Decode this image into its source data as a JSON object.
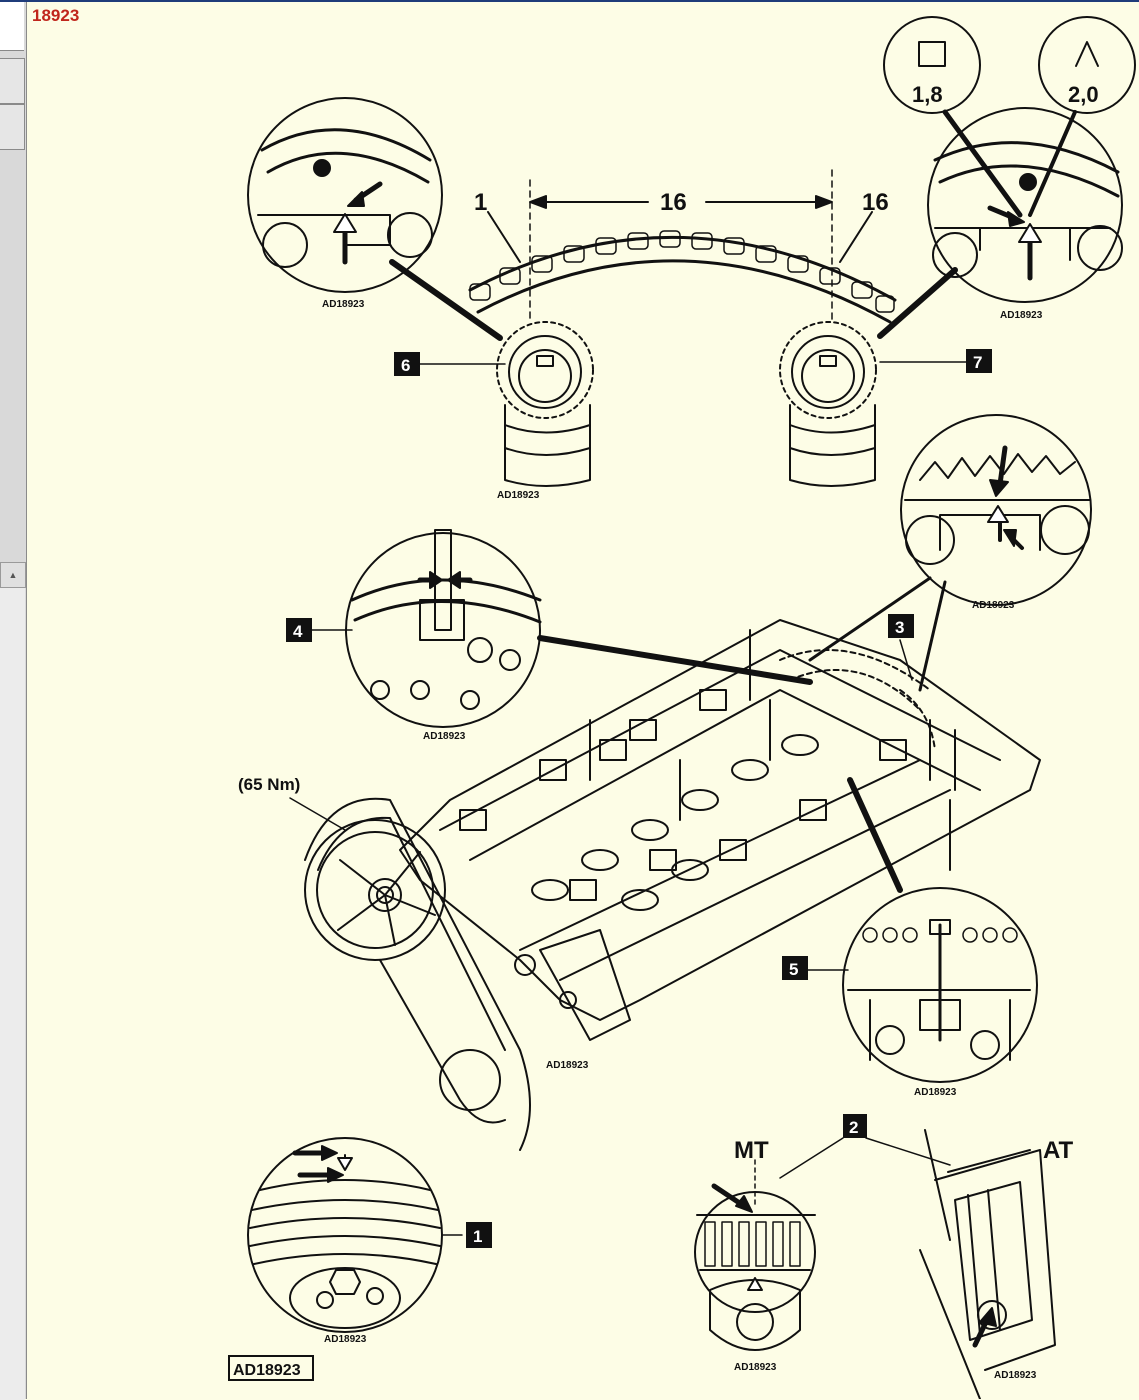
{
  "document": {
    "id": "18923"
  },
  "figure": {
    "code": "AD18923",
    "sub_figure_code": "AD18923",
    "callouts": [
      "1",
      "2",
      "3",
      "4",
      "5",
      "6",
      "7"
    ],
    "dimension_labels": {
      "chain_left": "1",
      "chain_mid": "16",
      "chain_right": "16"
    },
    "engine_variants": {
      "left_symbol": "□",
      "left_value": "1,8",
      "right_symbol": "⋀",
      "right_value": "2,0"
    },
    "torque": "(65 Nm)",
    "transmission": {
      "manual": "MT",
      "automatic": "AT"
    }
  },
  "colors": {
    "background": "#fdfde6",
    "doc_id": "#c0261c",
    "line": "#111111"
  }
}
